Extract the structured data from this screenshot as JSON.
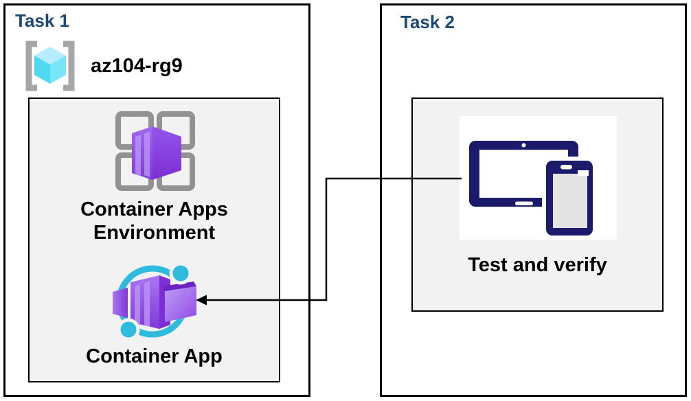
{
  "task1": {
    "title": "Task 1",
    "resource_group_name": "az104-rg9",
    "environment_label": "Container Apps Environment",
    "app_label": "Container App"
  },
  "task2": {
    "title": "Task 2",
    "test_label": "Test and verify"
  },
  "icons": {
    "resource_group": "azure-resource-group",
    "environment": "container-apps-environment",
    "app": "container-app",
    "devices": "tablet-and-phone"
  },
  "colors": {
    "task_title": "#1C4A74",
    "panel_border": "#000000",
    "inner_box_bg": "#F2F2F2",
    "label_text": "#000000",
    "purple_light": "#A06AEE",
    "purple_dark": "#7C2FD3",
    "cyan_ring": "#2FBBDD",
    "cube_cyan": "#50E6FF",
    "bracket_gray": "#A6A6A6",
    "grid_gray": "#929292",
    "devices_navy": "#1B1A6B"
  },
  "connector": {
    "from": "test-and-verify",
    "to": "container-app",
    "style": "elbow-arrow"
  }
}
